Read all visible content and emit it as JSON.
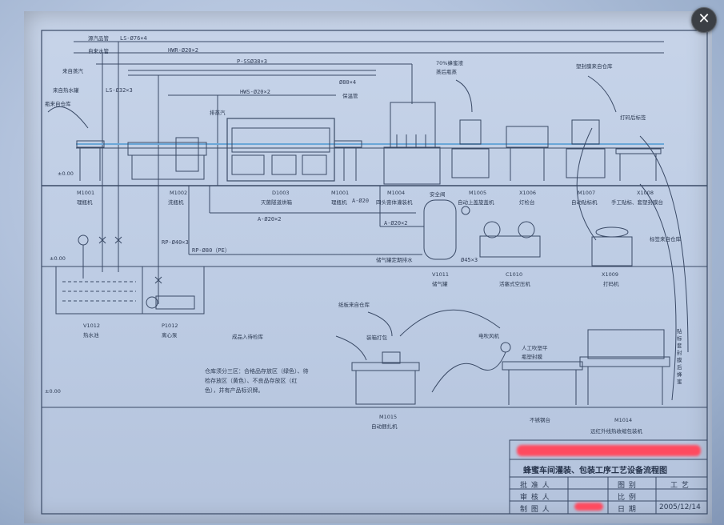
{
  "viewer": {
    "close_label": "✕",
    "close_icon": "close-icon"
  },
  "pipes": {
    "ls": "LS-Ø76×4",
    "hwr": "HWR-Ø20×2",
    "p": "P-SSØ38×3",
    "hws": "HWS-Ø20×2",
    "a1": "A-Ø20×2",
    "a2": "A-Ø20×2",
    "a3": "A-Ø20",
    "rp": "RP-Ø80（PE）",
    "ls_vert": "LS-Ø32×3",
    "rp_vert": "RP-Ø40×3",
    "steam_small": "Ø45×3",
    "insul_size": "Ø80×4"
  },
  "labels": {
    "steam_in": "源汽品管",
    "tap_water": "自来水管",
    "hot_water": "来自蒸汽",
    "hot_water2": "来自热水罐",
    "bottle_warehouse": "瓶来自仓库",
    "insulation": "保温管",
    "honey_source": "70%蜂蜜液",
    "honey_source2": "蒸后瓶蒸",
    "capping_warehouse": "塑封膜来自仓库",
    "print_label": "打码后标签",
    "steam_lbl": "排蒸汽",
    "safety_valve": "安全阀",
    "tank_drain": "储气罐定期排水",
    "label_warehouse": "标签来自仓库",
    "carton_warehouse": "纸板来自仓库",
    "to_warehouse": "成品入待检库",
    "heat_gun": "电吹风机",
    "manual_pack": "人工吹塑平",
    "manual_pack2": "瓶塑封膜",
    "stick_label": "贴标套封膜后蜂蜜",
    "stainless": "不锈钢台",
    "level1": "±0.00",
    "level2": "±0.00",
    "level3": "±0.00",
    "packing": "装箱打包"
  },
  "equipment": [
    {
      "code": "M1001",
      "name": "理瓶机"
    },
    {
      "code": "M1002",
      "name": "洗瓶机"
    },
    {
      "code": "D1003",
      "name": "灭菌隧道烘箱"
    },
    {
      "code": "M1001",
      "name": "理瓶机"
    },
    {
      "code": "M1004",
      "name": "四头膏体灌装机"
    },
    {
      "code": "M1005",
      "name": "自动上盖旋盖机"
    },
    {
      "code": "X1006",
      "name": "灯检台"
    },
    {
      "code": "M1007",
      "name": "自动贴标机"
    },
    {
      "code": "X1008",
      "name": "手工贴标、套塑封膜台"
    },
    {
      "code": "V1011",
      "name": "储气罐"
    },
    {
      "code": "C1010",
      "name": "活塞式空压机"
    },
    {
      "code": "X1009",
      "name": "打码机"
    },
    {
      "code": "V1012",
      "name": "热水池"
    },
    {
      "code": "P1012",
      "name": "离心泵"
    },
    {
      "code": "M1015",
      "name": "自动捆扎机"
    },
    {
      "code": "M1014",
      "name": "远红外线热收缩包装机"
    }
  ],
  "note": "仓库须分三区：合格品存放区（绿色）、待检存放区（黄色）、不良品存放区（红色），并有产品标识牌。",
  "title_block": {
    "title": "蜂蜜车间灌装、包装工序工艺设备流程图",
    "approve": "批 准 人",
    "review": "审 核 人",
    "draw": "制 图 人",
    "drawing_no": "图 别",
    "drawing_no_val": "工 艺",
    "scale": "比 例",
    "date": "日 期",
    "date_val": "2005/12/14"
  }
}
